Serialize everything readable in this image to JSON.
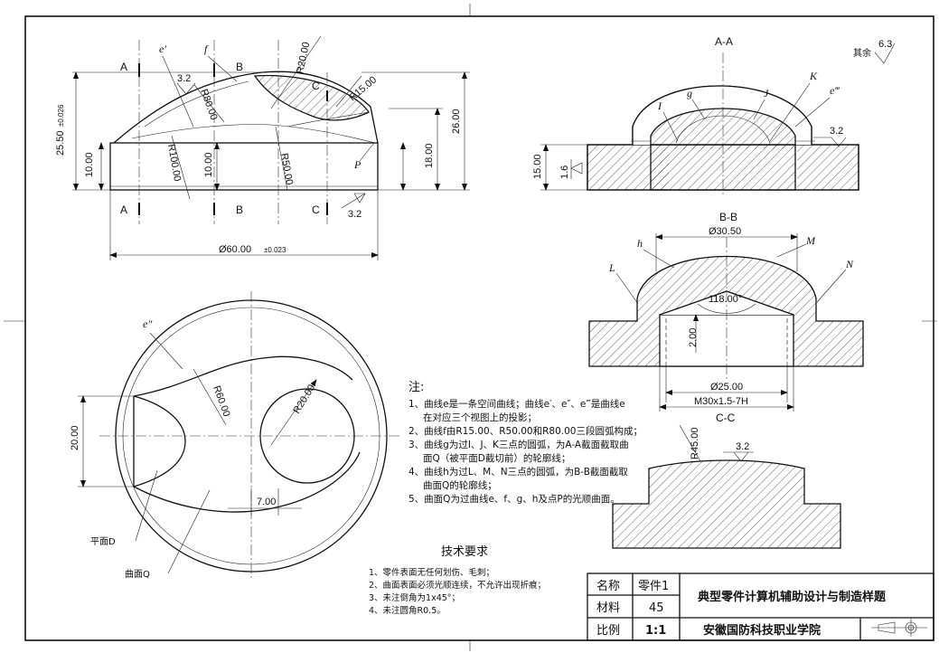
{
  "views": {
    "front": {
      "section_marks": [
        "A",
        "B",
        "C",
        "A",
        "B",
        "C"
      ],
      "curve_labels": [
        "e′",
        "f",
        "P"
      ],
      "dims": {
        "r20": "R20.00",
        "r15": "R15.00",
        "r80": "R80.00",
        "r100": "R100.00",
        "r50": "R50.00",
        "h26": "26.00",
        "h18": "18.00",
        "h10a": "10.00",
        "h10b": "10.00",
        "h25_50": "25.50",
        "tol_026": "±0.026",
        "dia60": "Ø60.00",
        "tol_023": "±0.023",
        "rough_a": "3.2",
        "rough_b": "3.2"
      }
    },
    "section_aa": {
      "title": "A-A",
      "curve_labels": [
        "g",
        "I",
        "J",
        "K",
        "e‴"
      ],
      "dims": {
        "h15": "15.00",
        "r16": "1.6",
        "rough": "3.2"
      },
      "other_roughness_label": "其余",
      "other_roughness_value": "6.3"
    },
    "section_bb": {
      "title": "B-B",
      "curve_labels": [
        "h",
        "M",
        "L",
        "N"
      ],
      "dims": {
        "dia30_5": "Ø30.50",
        "angle": "118.00°",
        "depth2": "2.00",
        "dia25": "Ø25.00",
        "thread": "M30x1.5-7H"
      }
    },
    "section_cc": {
      "title": "C-C",
      "dims": {
        "r45": "R45.00",
        "rough": "3.2"
      }
    },
    "top": {
      "curve_labels": [
        "e″"
      ],
      "dims": {
        "r60": "R60.00",
        "r20": "R20.00",
        "w20": "20.00",
        "w7": "7.00"
      },
      "plane_label": "平面D",
      "surface_label": "曲面Q"
    }
  },
  "notes": {
    "heading": "注:",
    "items": [
      "1、曲线e是一条空间曲线；曲线e′、e″、e‴是曲线e",
      "在对应三个视图上的投影；",
      "2、曲线f由R15.00、R50.00和R80.00三段圆弧构成；",
      "3、曲线g为过I、J、K三点的圆弧，为A-A截面截取曲",
      "面Q（被平面D截切前）的轮廓线；",
      "4、曲线h为过L、M、N三点的圆弧，为B-B截面截取",
      "曲面Q的轮廓线；",
      "5、曲面Q为过曲线e、f、g、h及点P的光顺曲面。"
    ]
  },
  "tech": {
    "heading": "技术要求",
    "items": [
      "1、零件表面无任何划伤、毛刺；",
      "2、曲面表面必须光顺连续，不允许出现折痕；",
      "3、未注倒角为1x45°；",
      "4、未注圆角R0.5。"
    ]
  },
  "title_block": {
    "name_label": "名称",
    "name_value": "零件1",
    "material_label": "材料",
    "material_value": "45",
    "scale_label": "比例",
    "scale_value": "1:1",
    "drawing_title": "典型零件计算机辅助设计与制造样题",
    "school": "安徽国防科技职业学院"
  }
}
